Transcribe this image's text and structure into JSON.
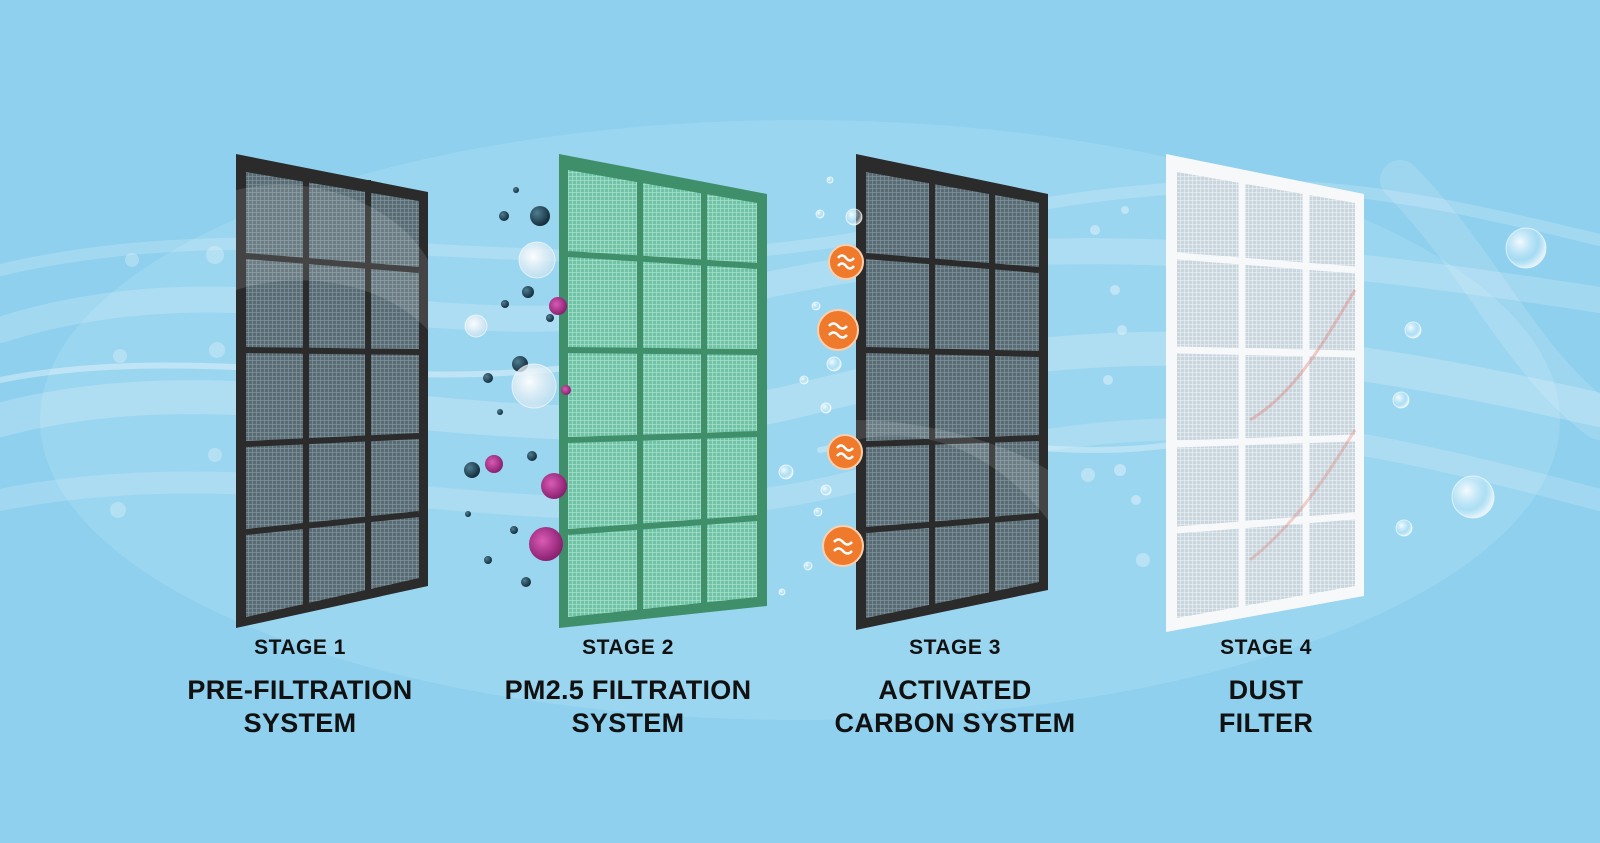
{
  "colors": {
    "background": "#8fd0ee",
    "frame_dark": "#2b2b2b",
    "frame_green": "#3f8f6b",
    "frame_white": "#f6f8fa",
    "carbon_badge": "#f07a2c",
    "pollutant_purple": "#b0338f",
    "pollutant_dark": "#1e3d4e"
  },
  "stages": [
    {
      "stage_label": "STAGE 1",
      "title_line1": "PRE-FILTRATION",
      "title_line2": "SYSTEM"
    },
    {
      "stage_label": "STAGE 2",
      "title_line1": "PM2.5 FILTRATION",
      "title_line2": "SYSTEM"
    },
    {
      "stage_label": "STAGE 3",
      "title_line1": "ACTIVATED",
      "title_line2": "CARBON SYSTEM"
    },
    {
      "stage_label": "STAGE 4",
      "title_line1": "DUST",
      "title_line2": "FILTER"
    }
  ]
}
